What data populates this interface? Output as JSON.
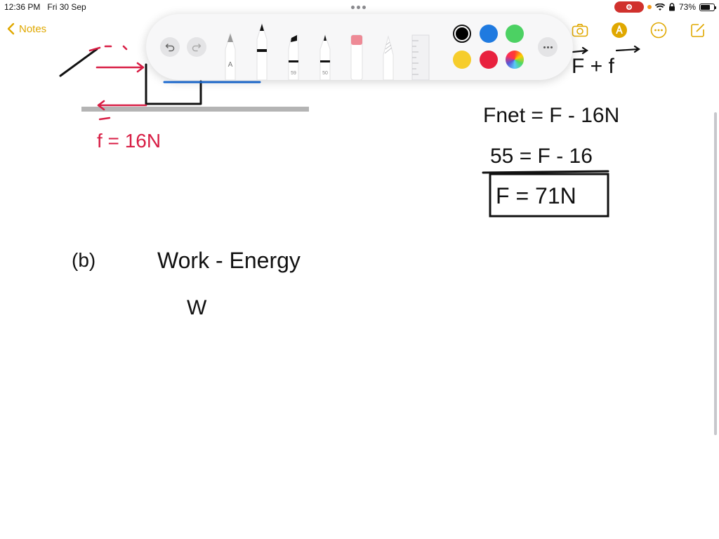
{
  "status": {
    "time": "12:36 PM",
    "date": "Fri 30 Sep",
    "battery": "73%",
    "battery_level": 0.73
  },
  "nav": {
    "back_label": "Notes",
    "icons": [
      "camera-icon",
      "markup-pen-icon",
      "more-options-icon",
      "compose-icon"
    ],
    "accent": "#e0a800"
  },
  "palette": {
    "tools": [
      "pen",
      "marker",
      "highlighter-59",
      "fountain-pen-50",
      "eraser",
      "lasso",
      "ruler"
    ],
    "marker_size_labels": [
      "59",
      "50"
    ],
    "pen_letter": "A",
    "colors": [
      {
        "name": "black",
        "hex": "#000000",
        "selected": true
      },
      {
        "name": "blue",
        "hex": "#1f7ae0",
        "selected": false
      },
      {
        "name": "green",
        "hex": "#4cd163",
        "selected": false
      },
      {
        "name": "yellow",
        "hex": "#f6cd2c",
        "selected": false
      },
      {
        "name": "red",
        "hex": "#e8213e",
        "selected": false
      },
      {
        "name": "multicolor",
        "hex": "conic",
        "selected": false
      }
    ]
  },
  "note": {
    "red_label": "f = 16N",
    "equation_top": "F + f",
    "eq1": "Fnet = F - 16N",
    "eq2": "55 = F - 16",
    "eq3_boxed": "F = 71N",
    "part_label": "(b)",
    "heading": "Work - Energy",
    "partial": "W",
    "ink_colors": {
      "black": "#111111",
      "red": "#d81e45",
      "blue": "#1e6fd9",
      "ground": "#b4b4b4"
    }
  }
}
